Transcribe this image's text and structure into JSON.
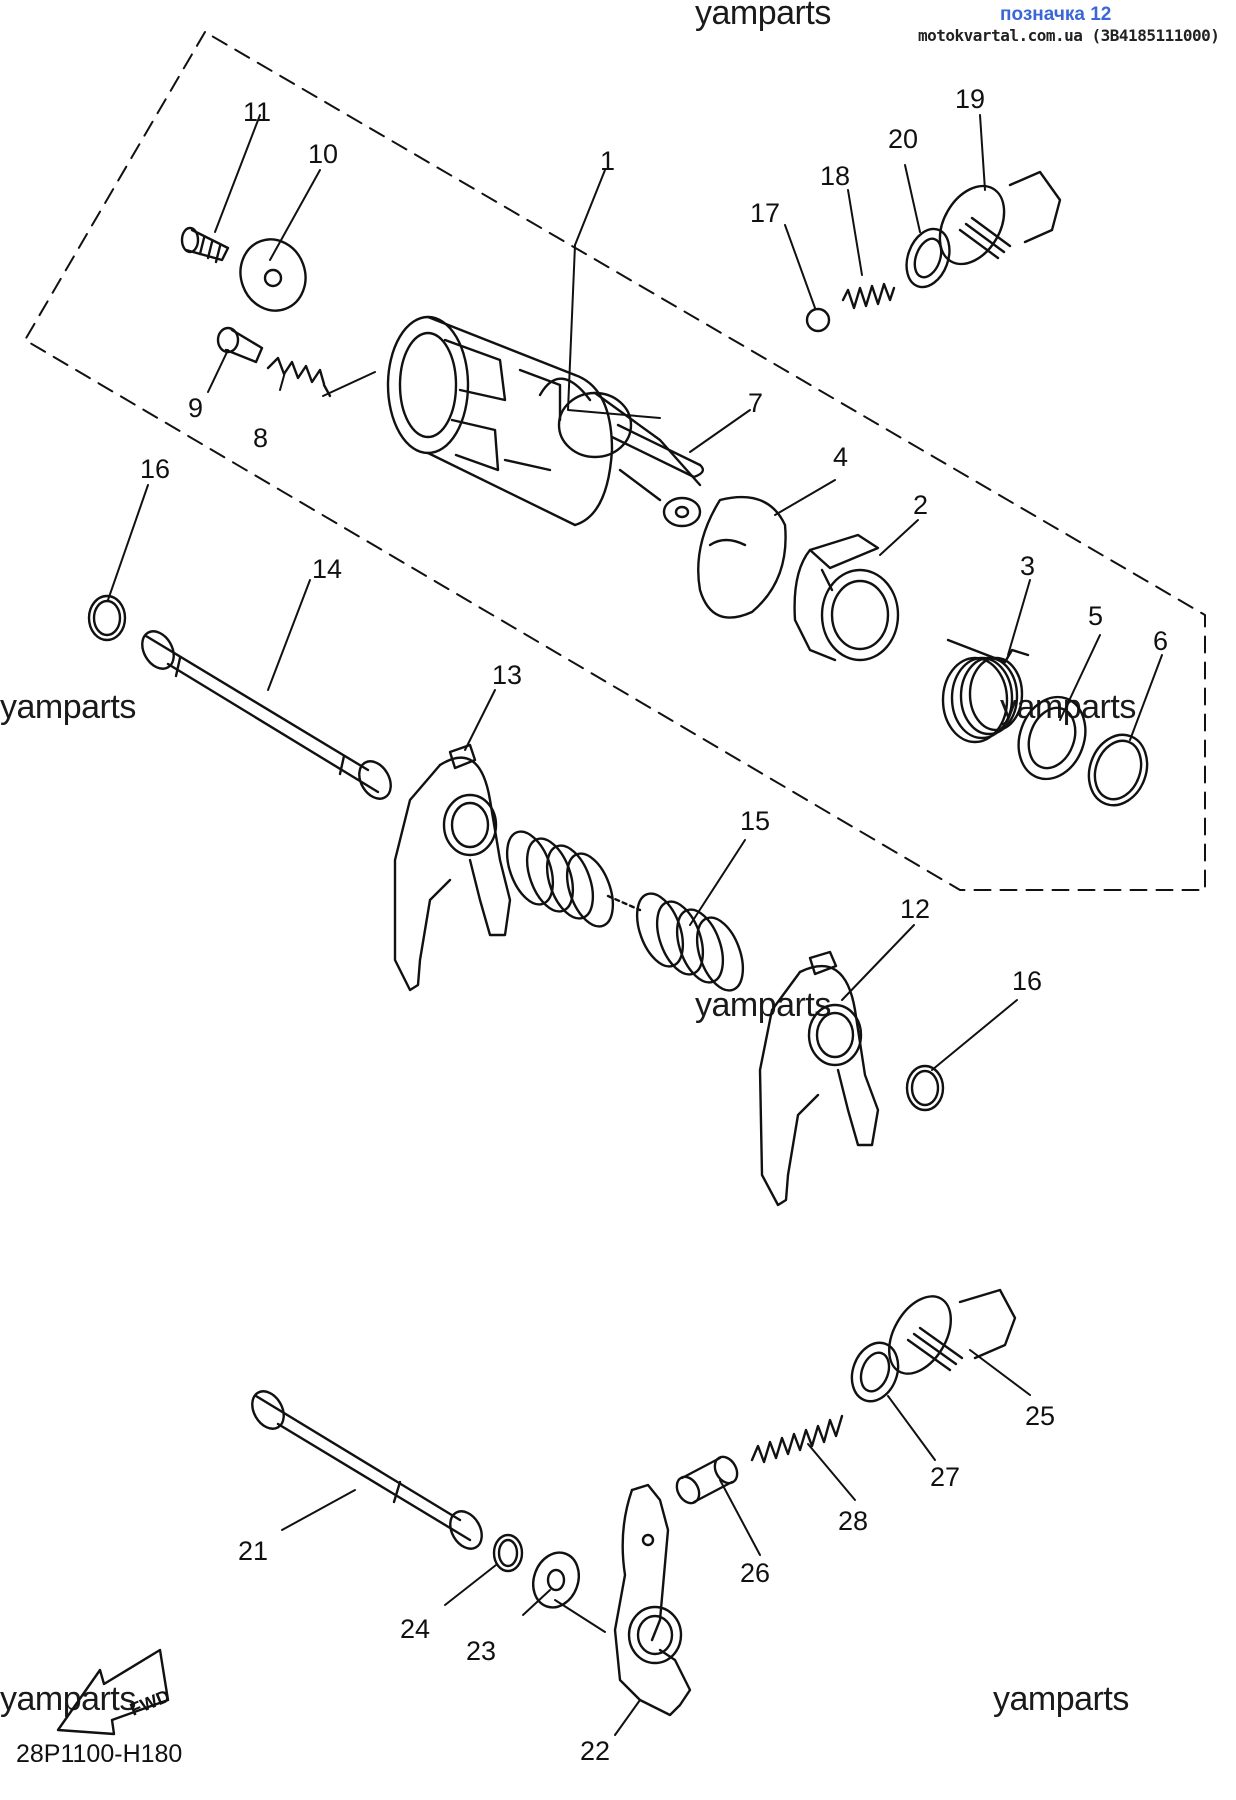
{
  "header": {
    "tag": "позначка 12",
    "site": "motokvartal.com.ua (3B4185111000)"
  },
  "watermark": "yamparts",
  "diagram_code": "28P1100-H180",
  "fwd_label": "FWD",
  "callouts": [
    "1",
    "2",
    "3",
    "4",
    "5",
    "6",
    "7",
    "8",
    "9",
    "10",
    "11",
    "12",
    "13",
    "14",
    "15",
    "16",
    "16",
    "17",
    "18",
    "19",
    "20",
    "21",
    "22",
    "23",
    "24",
    "25",
    "26",
    "27",
    "28"
  ],
  "colors": {
    "ink": "#111111",
    "tag": "#3a66d8",
    "background": "#ffffff"
  }
}
